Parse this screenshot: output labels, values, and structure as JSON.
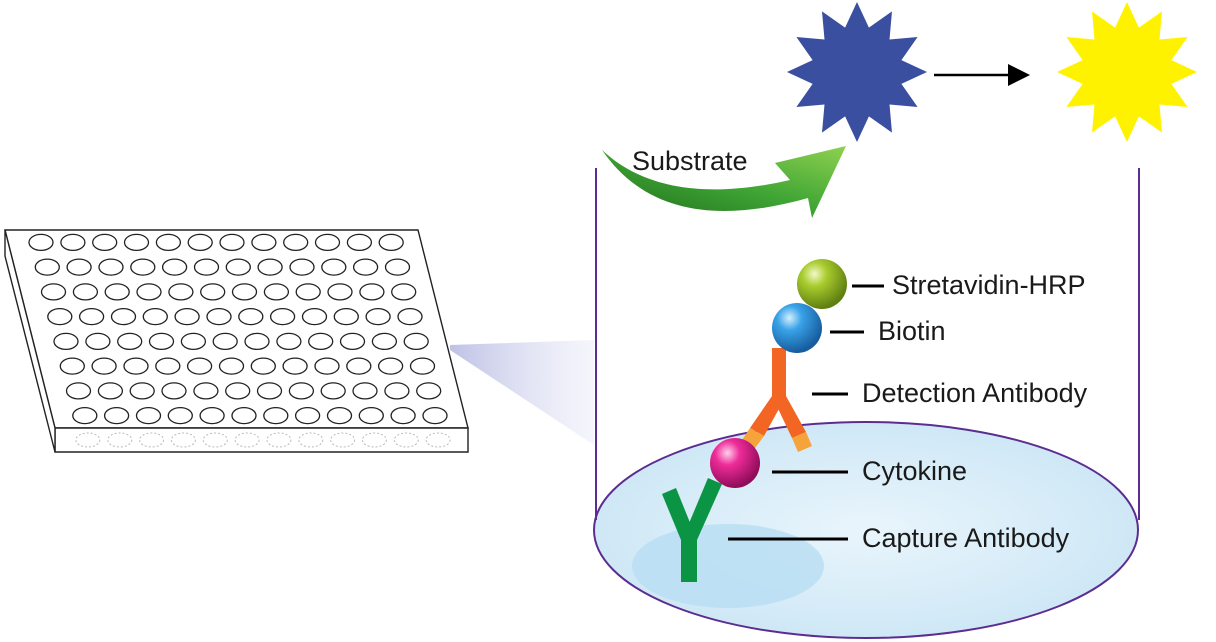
{
  "labels": {
    "substrate": "Substrate",
    "streptavidin_hrp": "Stretavidin-HRP",
    "biotin": "Biotin",
    "detection_antibody": "Detection Antibody",
    "cytokine": "Cytokine",
    "capture_antibody": "Capture Antibody"
  },
  "colors": {
    "star_before": "#3a4fa0",
    "star_after": "#fff200",
    "streptavidin_hrp": "#8bb01e",
    "biotin": "#2c8fd6",
    "detection_antibody_heavy": "#f26522",
    "detection_antibody_light": "#f7a33b",
    "cytokine": "#e0198c",
    "capture_antibody": "#0a9444",
    "substrate_arrow": "#3fa535",
    "well_outline": "#5c2d91",
    "well_bottom": "#dbeef9"
  }
}
